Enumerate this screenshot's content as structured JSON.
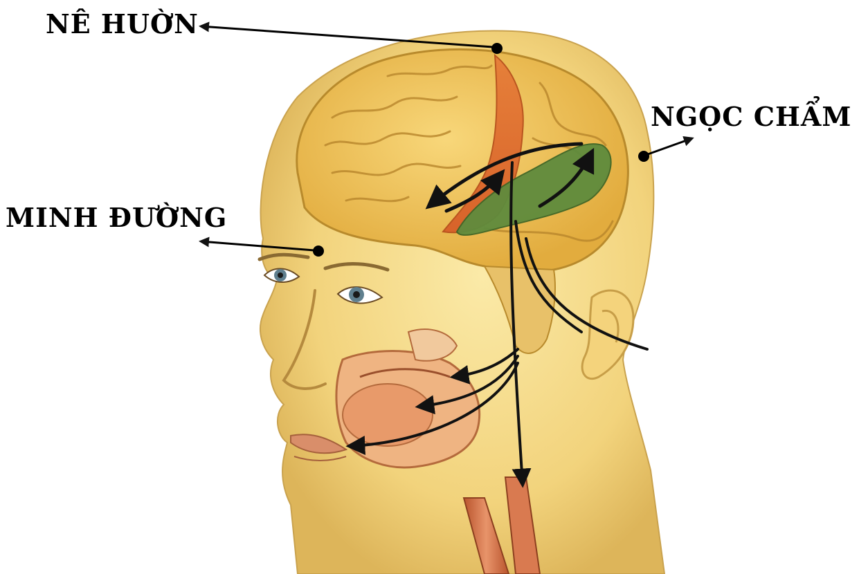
{
  "labels": {
    "ne_huon": "NÊ HUỜN",
    "ngoc_cham": "NGỌC CHẨM",
    "minh_duong": "MINH ĐƯỜNG"
  },
  "colors": {
    "skin": "#f3d98a",
    "skin_shadow": "#d9b75a",
    "brain": "#f0c65a",
    "motor_strip": "#e0702c",
    "occipital_region": "#5e8a3c",
    "mouth_tissue": "#e9a072",
    "arrow": "#111111"
  }
}
